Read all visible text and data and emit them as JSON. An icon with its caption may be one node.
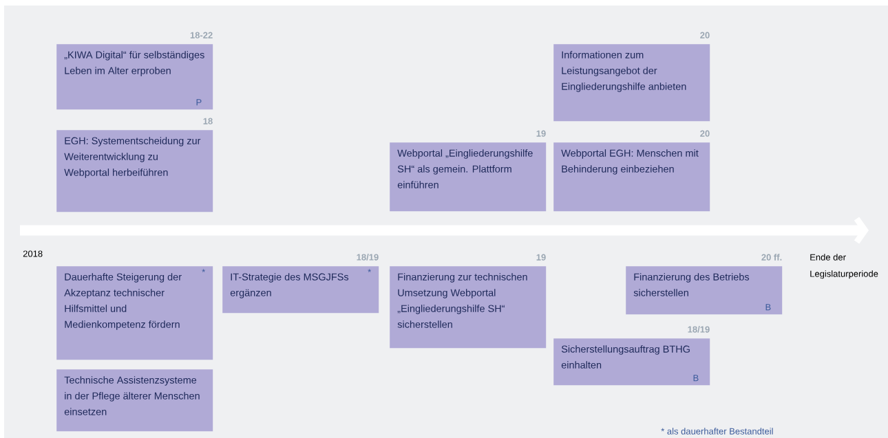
{
  "diagram": {
    "nodes": [
      {
        "text": [
          "„KIWA Digital“ für selbständiges Leben im Alter erproben",
          "P"
        ],
        "beside": [
          "18-22"
        ]
      },
      {
        "text": [
          "EGH: Systementscheidung zur Weiterentwicklung zu Webportal herbeiführen"
        ],
        "beside": [
          "18"
        ]
      },
      {
        "text": [
          "Informationen zum Leistungsangebot der Eingliederungshilfe anbieten"
        ],
        "beside": [
          "20"
        ]
      },
      {
        "text": [
          "Webportal „Eingliederungshilfe SH“ als gemein. Plattform einführen"
        ],
        "beside": [
          "19"
        ]
      },
      {
        "text": [
          "Webportal EGH: Menschen mit Behinderung einbeziehen"
        ],
        "beside": [
          "20"
        ]
      },
      {
        "text": [
          "Dauerhafte Steigerung der Akzeptanz technischer Hilfsmittel und Medienkompetenz fördern",
          "*"
        ]
      },
      {
        "text": [
          "Technische Assistenzsysteme in der Pflege älterer Menschen einsetzen"
        ]
      },
      {
        "text": [
          "IT-Strategie des MSGJFSs ergänzen",
          "*"
        ],
        "beside": [
          "18/19"
        ]
      },
      {
        "text": [
          "Finanzierung zur technischen Umsetzung Webportal „Eingliederungshilfe SH“ sicherstellen"
        ],
        "beside": [
          "19"
        ]
      },
      {
        "text": [
          "Finanzierung des Betriebs sicherstellen",
          "B"
        ],
        "beside": [
          "20 ff."
        ]
      },
      {
        "text": [
          "Sicherstellungsauftrag BTHG einhalten",
          "B"
        ],
        "beside": [
          "18/19"
        ]
      }
    ],
    "labels": [
      "2018",
      "Ende der Legislaturperiode",
      "* als dauerhafter Bestandteil"
    ]
  }
}
